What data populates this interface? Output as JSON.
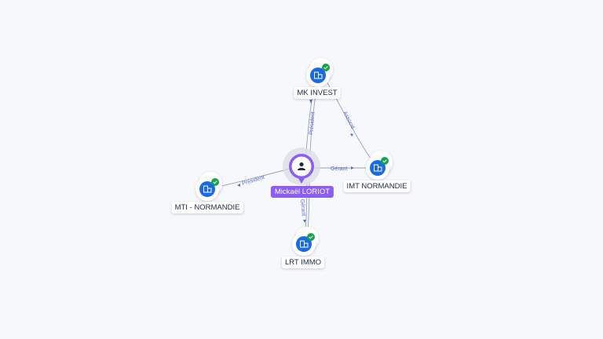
{
  "graph": {
    "person": {
      "name": "Mickaël LORIOT"
    },
    "companies": {
      "mk": {
        "name": "MK INVEST"
      },
      "imt": {
        "name": "IMT NORMANDIE"
      },
      "mti": {
        "name": "MTI - NORMANDIE"
      },
      "lrt": {
        "name": "LRT IMMO"
      }
    },
    "edges": {
      "person_mk": "Président",
      "mk_imt": "Associé",
      "person_imt": "Gérant",
      "person_mti": "Président",
      "person_lrt": "Gérant"
    }
  },
  "colors": {
    "accent": "#8b5cf6",
    "company": "#1a6ae5",
    "verified": "#16a34a",
    "edge_label": "#5b6bd6"
  }
}
